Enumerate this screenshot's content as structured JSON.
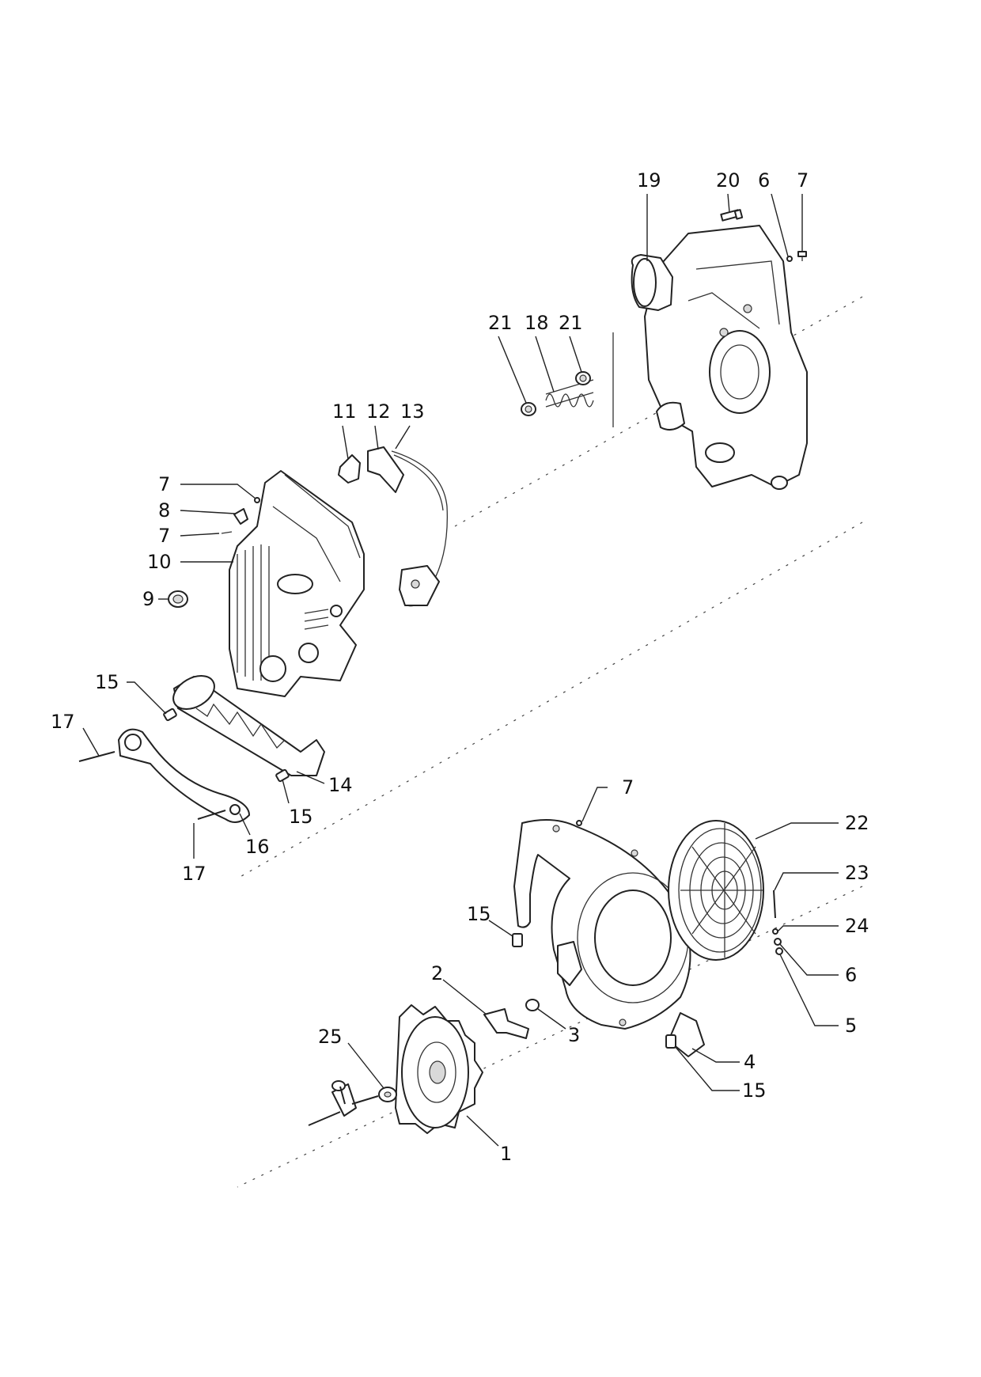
{
  "callouts": {
    "c1": "1",
    "c2": "2",
    "c3": "3",
    "c4": "4",
    "c5": "5",
    "c6a": "6",
    "c6b": "6",
    "c7a": "7",
    "c7b": "7",
    "c7c": "7",
    "c7d": "7",
    "c8": "8",
    "c9": "9",
    "c10": "10",
    "c11": "11",
    "c12": "12",
    "c13": "13",
    "c14": "14",
    "c15a": "15",
    "c15b": "15",
    "c15c": "15",
    "c15d": "15",
    "c16": "16",
    "c17a": "17",
    "c17b": "17",
    "c18": "18",
    "c19": "19",
    "c20": "20",
    "c21a": "21",
    "c21b": "21",
    "c22": "22",
    "c23": "23",
    "c24": "24",
    "c25": "25"
  }
}
